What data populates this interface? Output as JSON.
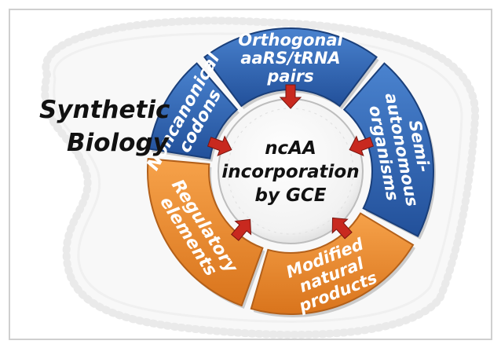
{
  "title": {
    "line1": "Synthetic",
    "line2": "Biology"
  },
  "center": {
    "line1": "ncAA",
    "line2": "incorporation",
    "line3": "by GCE"
  },
  "segments": [
    {
      "id": "orthogonal",
      "lines": [
        "Orthogonal",
        "aaRS/tRNA",
        "pairs"
      ]
    },
    {
      "id": "noncanonical",
      "lines": [
        "Noncanonical",
        "codons"
      ]
    },
    {
      "id": "semi",
      "lines": [
        "Semi-",
        "autonomous",
        "organisms"
      ]
    },
    {
      "id": "regulatory",
      "lines": [
        "Regulatory",
        "elements"
      ]
    },
    {
      "id": "modified",
      "lines": [
        "Modified",
        "natural",
        "products"
      ]
    }
  ],
  "colors": {
    "blue": "#2e62ad",
    "blue_dark": "#1a3f7a",
    "orange": "#ec8a2c",
    "orange_dark": "#b3601a",
    "arrow": "#c8291f",
    "frame": "#cfcfcf"
  }
}
